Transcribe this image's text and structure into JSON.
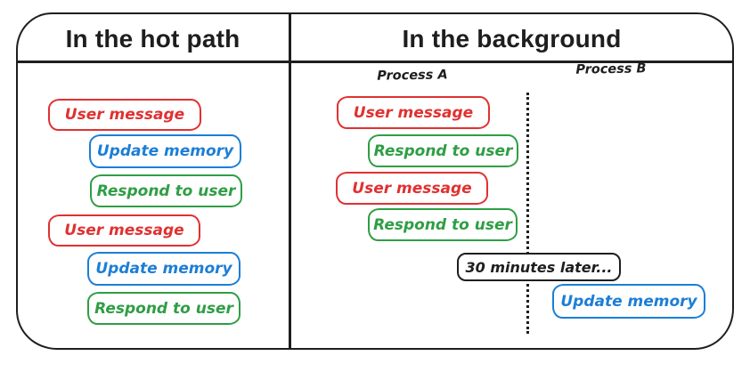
{
  "colors": {
    "ink": "#1e1e1e",
    "red": "#e03131",
    "blue": "#1c7ed6",
    "green": "#2f9e44",
    "background": "#ffffff"
  },
  "panels": {
    "hot_path": {
      "title": "In the hot path",
      "boxes": [
        {
          "label": "User message",
          "color": "red"
        },
        {
          "label": "Update memory",
          "color": "blue"
        },
        {
          "label": "Respond to user",
          "color": "green"
        },
        {
          "label": "User message",
          "color": "red"
        },
        {
          "label": "Update memory",
          "color": "blue"
        },
        {
          "label": "Respond to user",
          "color": "green"
        }
      ]
    },
    "background": {
      "title": "In the background",
      "process_a_label": "Process A",
      "process_b_label": "Process B",
      "process_a_boxes": [
        {
          "label": "User message",
          "color": "red"
        },
        {
          "label": "Respond to user",
          "color": "green"
        },
        {
          "label": "User message",
          "color": "red"
        },
        {
          "label": "Respond to user",
          "color": "green"
        }
      ],
      "divider_note": {
        "label": "30 minutes later...",
        "color": "black"
      },
      "process_b_boxes": [
        {
          "label": "Update memory",
          "color": "blue"
        }
      ]
    }
  }
}
